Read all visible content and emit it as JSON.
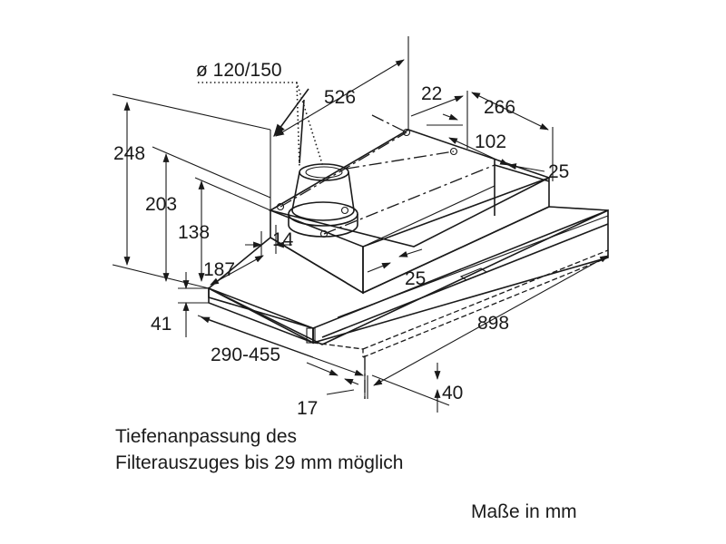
{
  "diagram": {
    "dimensions": {
      "duct_diameter": "ø 120/150",
      "width_top": "526",
      "offset_22": "22",
      "depth_266": "266",
      "depth_102": "102",
      "offset_25_right": "25",
      "height_248": "248",
      "height_203": "203",
      "height_138": "138",
      "offset_14": "14",
      "depth_187": "187",
      "offset_25_mid": "25",
      "height_41": "41",
      "width_898": "898",
      "depth_290_455": "290-455",
      "depth_17": "17",
      "depth_40": "40"
    },
    "note_line1": "Tiefenanpassung des",
    "note_line2": "Filterauszuges bis 29 mm möglich",
    "units": "Maße in mm"
  },
  "colors": {
    "line": "#1a1a1a",
    "body_fill": "#e6e6e6",
    "body_fill_dark": "#bdbdbd",
    "duct_fill": "#cfcfcf"
  }
}
